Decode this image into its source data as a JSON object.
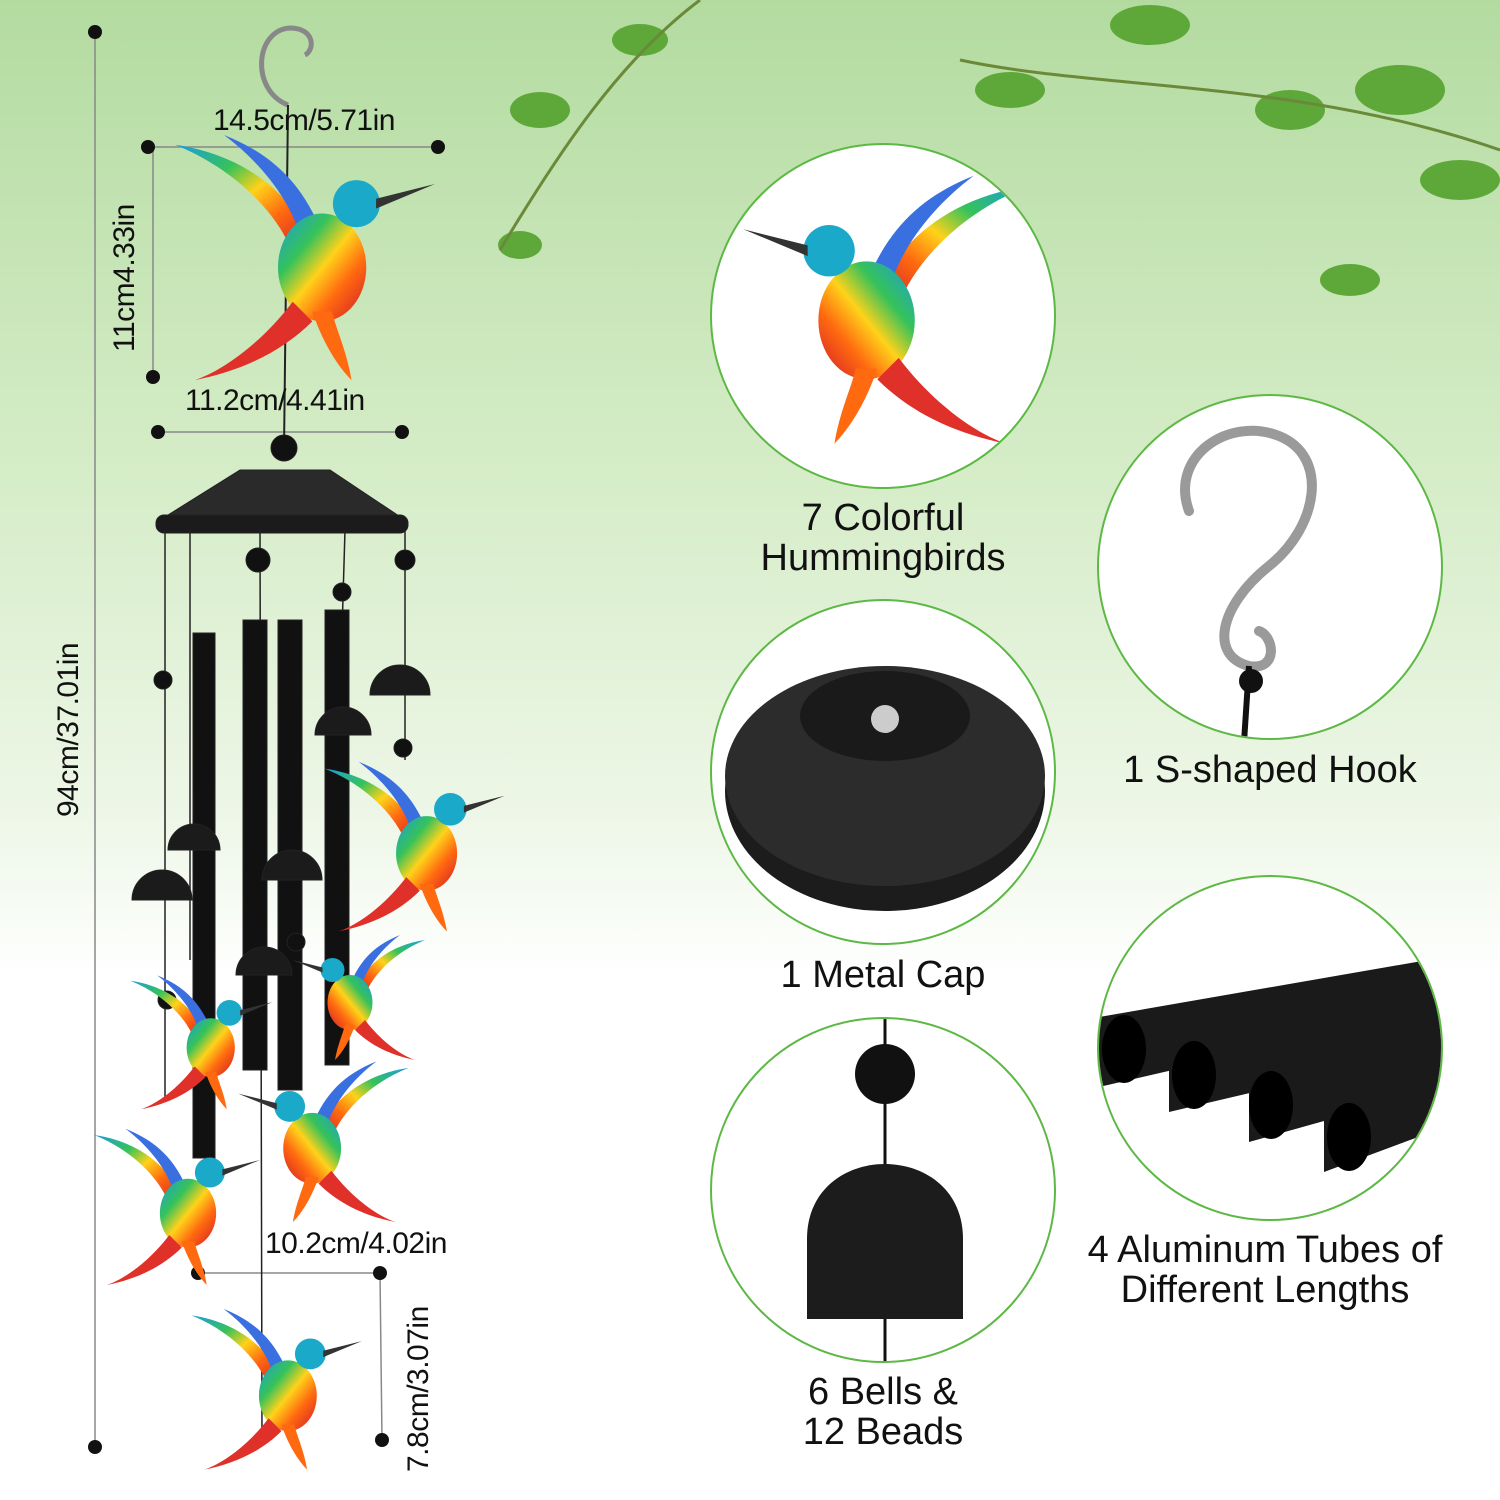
{
  "dimensions": {
    "hook_bird_width": "14.5cm/5.71in",
    "bird_height": "11cm4.33in",
    "bird_width": "11.2cm/4.41in",
    "total_length": "94cm/37.01in",
    "bottom_bird_width": "10.2cm/4.02in",
    "bottom_bird_height": "7.8cm/3.07in"
  },
  "features": [
    {
      "line1": "7 Colorful",
      "line2": "Hummingbirds",
      "icon": "hummingbird-icon"
    },
    {
      "line1": "1 S-shaped Hook",
      "line2": "",
      "icon": "s-hook-icon"
    },
    {
      "line1": "1 Metal Cap",
      "line2": "",
      "icon": "metal-cap-icon"
    },
    {
      "line1": "4 Aluminum Tubes of",
      "line2": "Different Lengths",
      "icon": "tubes-icon"
    },
    {
      "line1": "6 Bells &",
      "line2": "12 Beads",
      "icon": "bell-icon"
    }
  ],
  "colors": {
    "accent": "#5db845",
    "background_top": "#b3dba0"
  }
}
